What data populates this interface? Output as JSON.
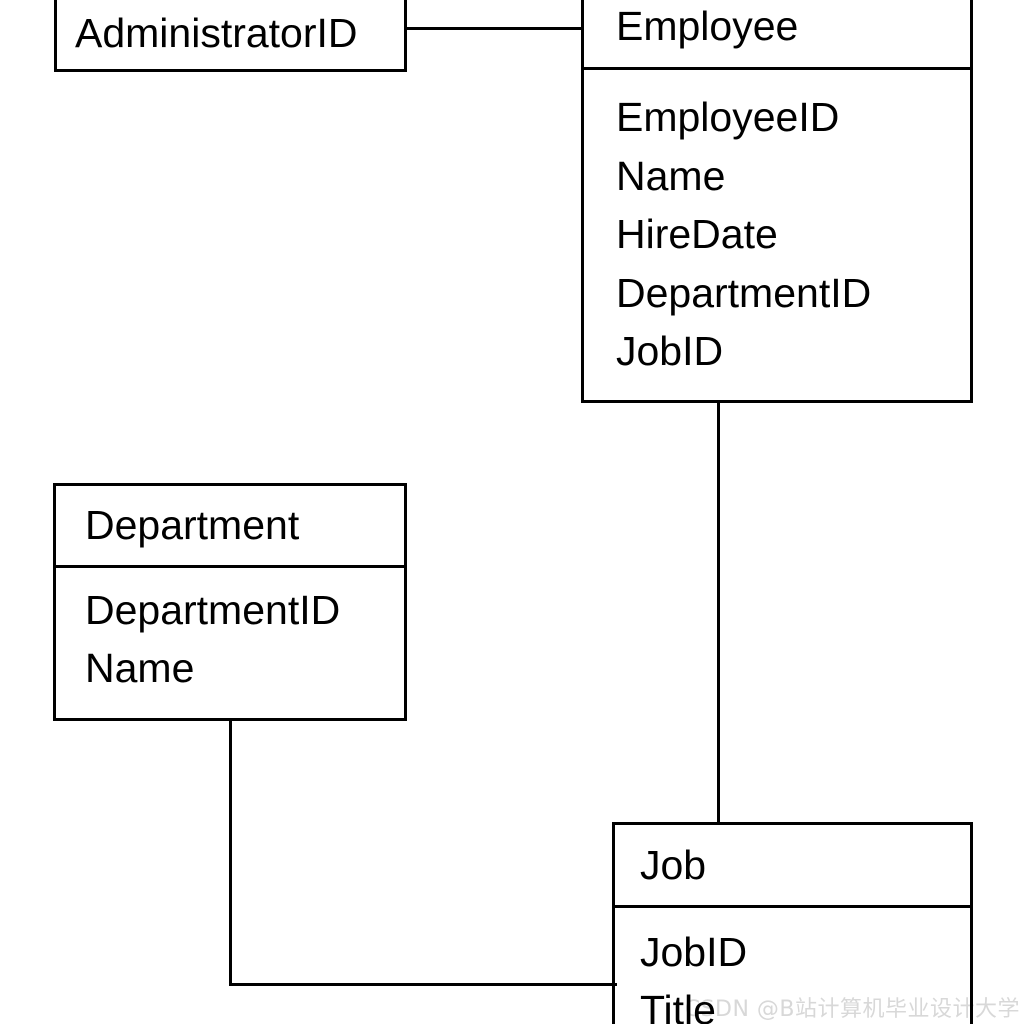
{
  "diagram_type": "entity-relationship",
  "tables": {
    "administrator": {
      "fields": [
        "AdministratorID"
      ]
    },
    "employee": {
      "title": "Employee",
      "fields": [
        "EmployeeID",
        "Name",
        "HireDate",
        "DepartmentID",
        "JobID"
      ]
    },
    "department": {
      "title": "Department",
      "fields": [
        "DepartmentID",
        "Name"
      ]
    },
    "job": {
      "title": "Job",
      "fields": [
        "JobID",
        "Title"
      ]
    }
  },
  "relationships": [
    {
      "from": "AdministratorID",
      "to": "Employee"
    },
    {
      "from": "Employee",
      "to": "Job"
    },
    {
      "from": "Department",
      "to": "Job"
    }
  ],
  "watermark": {
    "text": "CSDN @B站计算机毕业设计大学",
    "color": "#d8d8d8"
  },
  "colors": {
    "background": "#ffffff",
    "line": "#000000",
    "text": "#000000"
  }
}
